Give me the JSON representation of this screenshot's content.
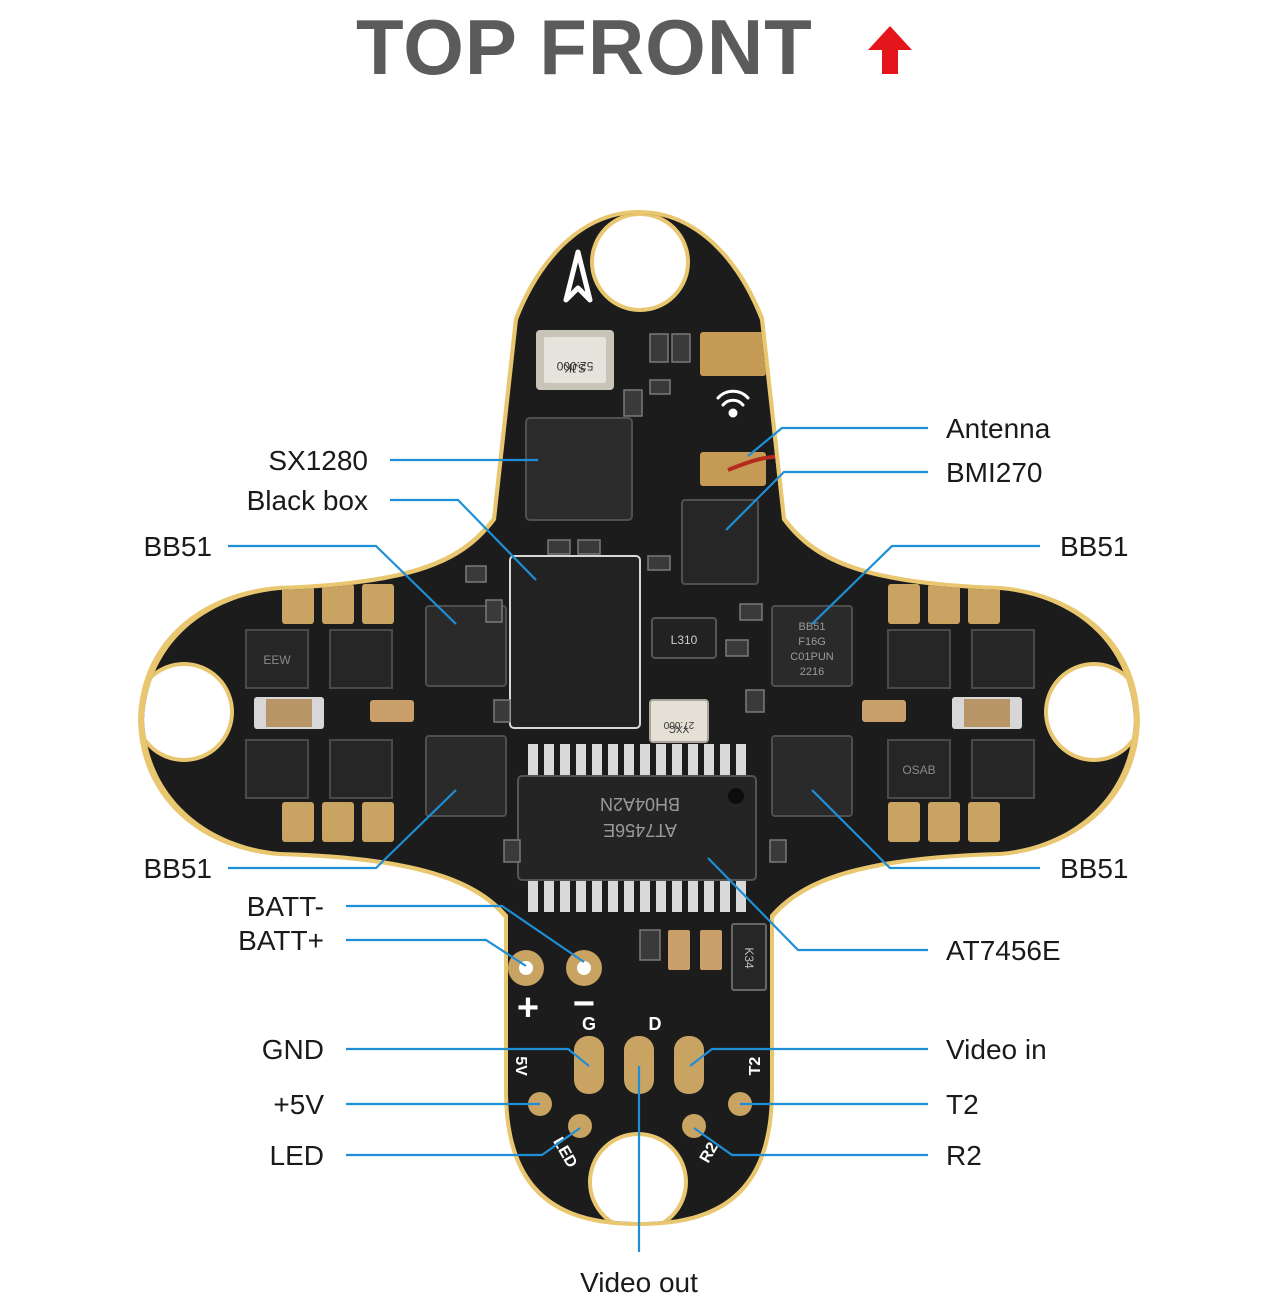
{
  "title": "TOP FRONT",
  "colors": {
    "title": "#5b5b5b",
    "arrow": "#e4151b",
    "leader": "#1e8fd6",
    "board": "#1c1c1c",
    "edge": "#e9c770"
  },
  "icons": {
    "title_arrow": "red-up-arrow-icon",
    "antenna": "wifi-icon",
    "logo": "brand-logo-icon"
  },
  "labels": {
    "antenna": "Antenna",
    "bmi270": "BMI270",
    "sx1280": "SX1280",
    "blackbox": "Black box",
    "bb51_tl": "BB51",
    "bb51_tr": "BB51",
    "bb51_bl": "BB51",
    "bb51_br": "BB51",
    "batt_minus": "BATT-",
    "batt_plus": "BATT+",
    "at7456e": "AT7456E",
    "gnd": "GND",
    "v5": "+5V",
    "led": "LED",
    "video_in": "Video in",
    "t2": "T2",
    "r2": "R2",
    "video_out": "Video out"
  },
  "silk": {
    "crystal": "52.000",
    "crystal_mfr": "SJK",
    "crystal2": "27.000",
    "crystal2_mfr": "YXC",
    "osd_chip": "AT7456E",
    "osd_code": "BH04A2N",
    "ldo": "L310",
    "diode": "K34",
    "mcu_a": "BB51",
    "mcu_b": "F16G",
    "mcu_c": "C01PUN",
    "mcu_d": "2216",
    "mosfet": "EEW",
    "mosfet_b": "OSAB",
    "plus": "+",
    "minus": "−",
    "pad_g": "G",
    "pad_d": "D",
    "pad_5v": "5V",
    "pad_t2": "T2",
    "pad_led": "LED",
    "pad_r2": "R2"
  }
}
